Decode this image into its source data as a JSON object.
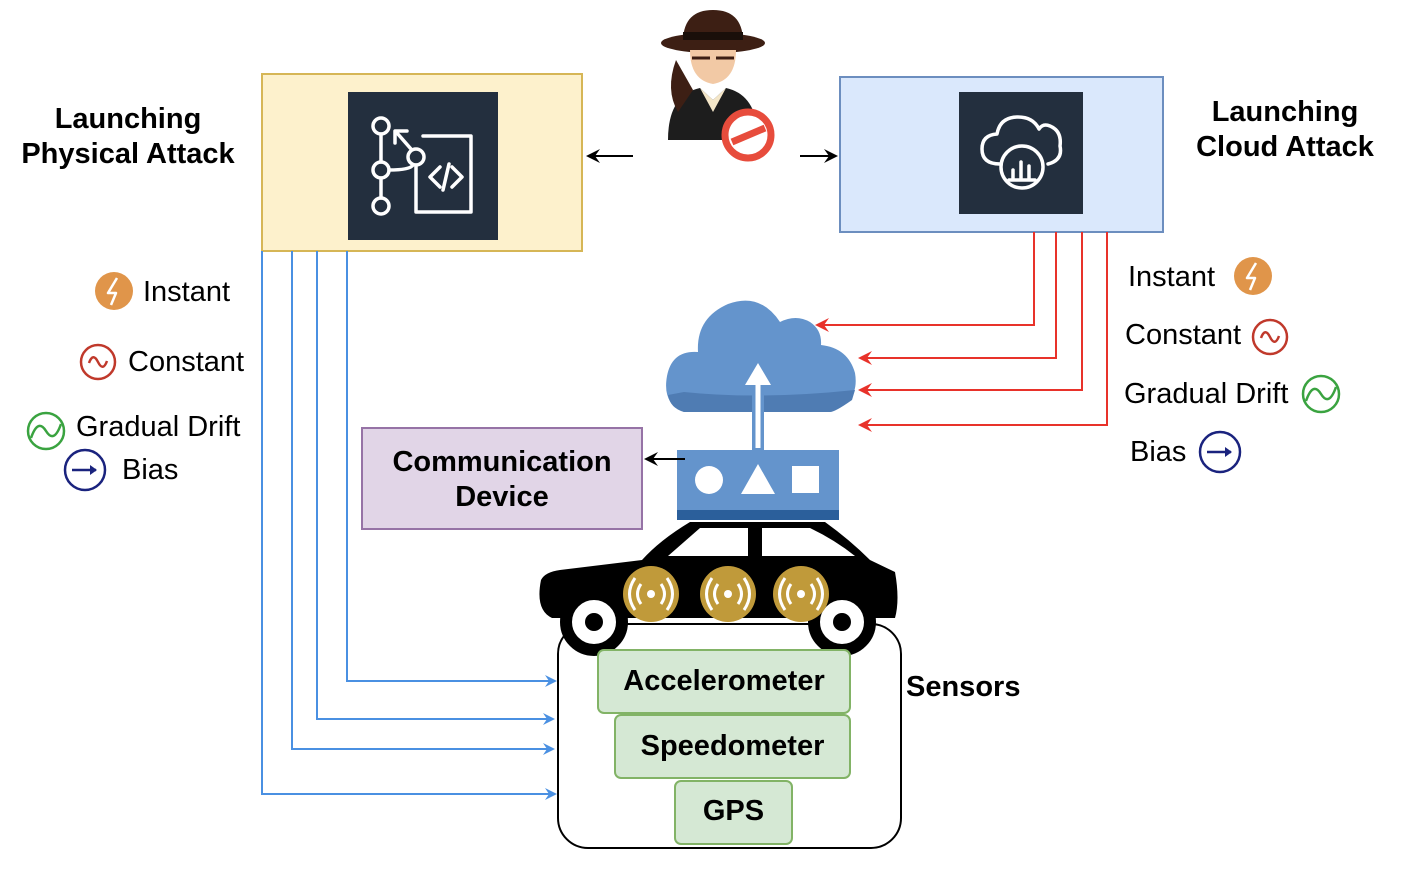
{
  "physical_attack": {
    "title_line1": "Launching",
    "title_line2": "Physical Attack",
    "box_fill": "#fdf1cc",
    "box_stroke": "#d6b656",
    "icon": "code-branch-icon"
  },
  "cloud_attack": {
    "title_line1": "Launching",
    "title_line2": "Cloud Attack",
    "box_fill": "#dae8fc",
    "box_stroke": "#6c8ebf",
    "icon": "cloud-analytics-icon"
  },
  "attacker": {
    "icon": "spy-attacker-icon"
  },
  "left_legend": [
    {
      "label": "Instant",
      "icon": "lightning-icon",
      "color": "#e0954a"
    },
    {
      "label": "Constant",
      "icon": "sine-wave-icon",
      "color": "#c0392b"
    },
    {
      "label": "Gradual Drift",
      "icon": "drift-wave-icon",
      "color": "#3aa340"
    },
    {
      "label": "Bias",
      "icon": "arrow-right-icon",
      "color": "#1a237e"
    }
  ],
  "right_legend": [
    {
      "label": "Instant",
      "icon": "lightning-icon",
      "color": "#e0954a"
    },
    {
      "label": "Constant",
      "icon": "sine-wave-icon",
      "color": "#c0392b"
    },
    {
      "label": "Gradual Drift",
      "icon": "drift-wave-icon",
      "color": "#3aa340"
    },
    {
      "label": "Bias",
      "icon": "arrow-right-icon",
      "color": "#1a237e"
    }
  ],
  "communication_device": {
    "line1": "Communication",
    "line2": "Device",
    "fill": "#e1d5e7",
    "stroke": "#9673a6"
  },
  "sensors": {
    "group_label": "Sensors",
    "items": [
      "Accelerometer",
      "Speedometer",
      "GPS"
    ],
    "fill": "#d5e8d4",
    "stroke": "#82b366"
  },
  "colors": {
    "physical_arrows": "#4a90e2",
    "cloud_arrows": "#e8322a",
    "cloud": "#6494cc",
    "dark_tile": "#232f3e",
    "sensor_badge": "#c09a3a"
  }
}
